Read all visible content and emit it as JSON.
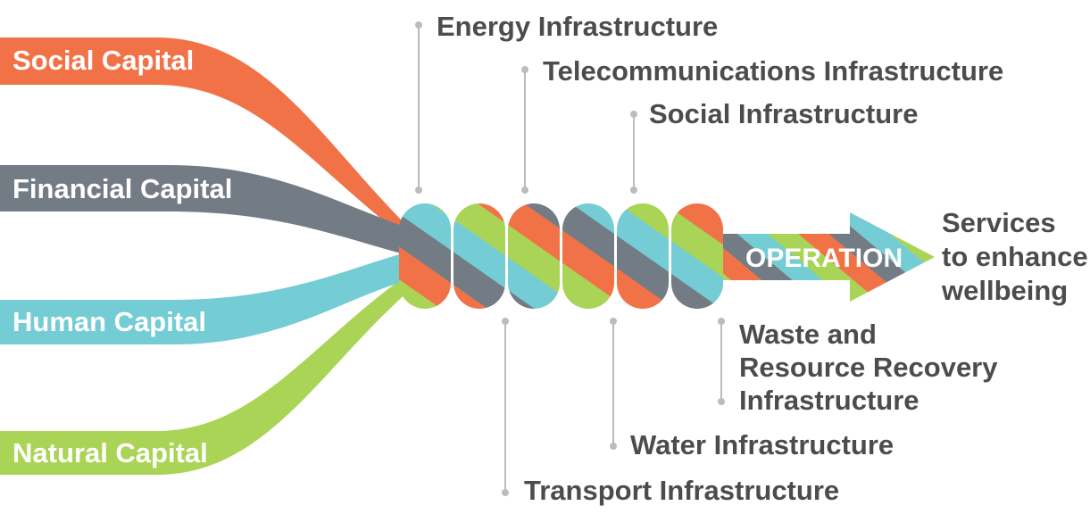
{
  "colors": {
    "social": "#f27248",
    "financial": "#737b85",
    "human": "#74ccd4",
    "natural": "#a9d455",
    "text": "#4c4c4e",
    "leader": "#b9bcc0"
  },
  "capitals": {
    "social": "Social Capital",
    "financial": "Financial Capital",
    "human": "Human Capital",
    "natural": "Natural Capital"
  },
  "infrastructure": {
    "energy": "Energy Infrastructure",
    "telecom": "Telecommunications Infrastructure",
    "social": "Social Infrastructure",
    "waste_line1": "Waste and",
    "waste_line2": "Resource Recovery",
    "waste_line3": "Infrastructure",
    "water": "Water Infrastructure",
    "transport": "Transport Infrastructure"
  },
  "operation": "OPERATION",
  "output": {
    "line1": "Services",
    "line2": "to enhance",
    "line3": "wellbeing"
  }
}
